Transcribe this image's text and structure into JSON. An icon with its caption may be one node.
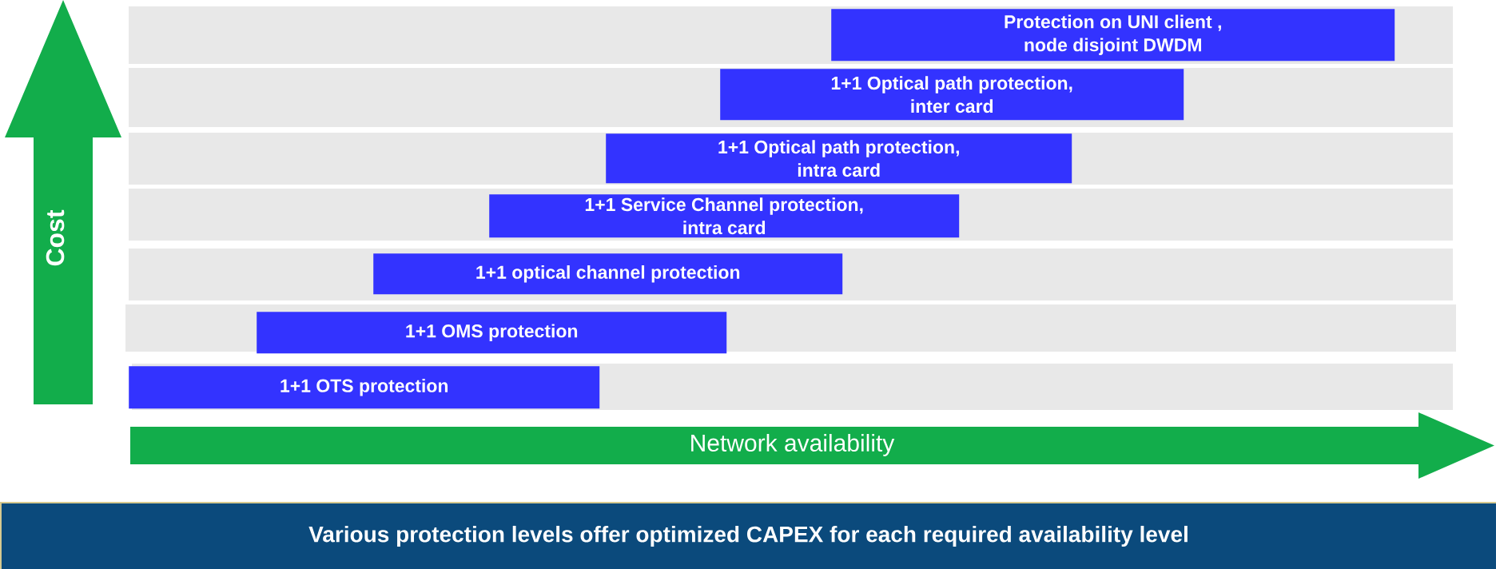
{
  "diagram": {
    "nodes": [
      {
        "text": [
          "Protection on UNI client , node disjoint DWDM"
        ]
      },
      {
        "text": [
          "1+1 Optical path protection, inter card"
        ]
      },
      {
        "text": [
          "1+1 Optical path protection, intra card"
        ]
      },
      {
        "text": [
          "1+1 Service Channel protection, intra card"
        ]
      },
      {
        "text": [
          "1+1 optical channel protection"
        ]
      },
      {
        "text": [
          "1+1 OMS protection"
        ]
      },
      {
        "text": [
          "1+1 OTS protection"
        ]
      },
      {
        "text": [
          "Various protection levels offer optimized CAPEX for each required availability level"
        ]
      }
    ],
    "labels": [
      "Cost",
      "Network availability"
    ]
  }
}
